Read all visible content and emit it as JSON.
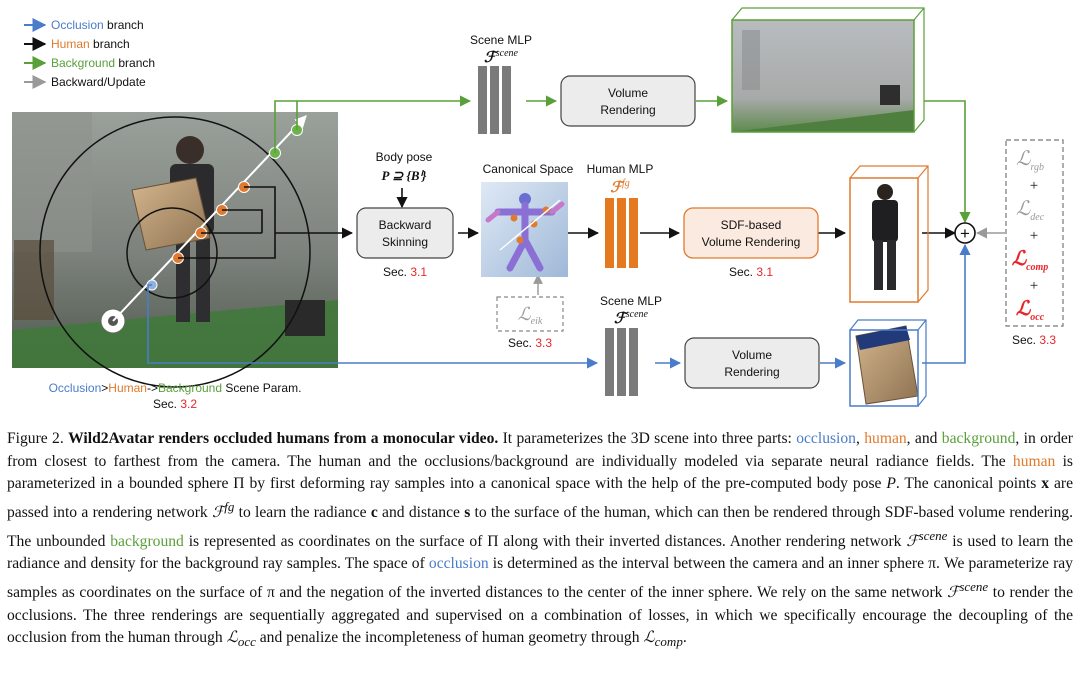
{
  "legend": {
    "items": [
      {
        "prefix": "",
        "colored": "Occlusion",
        "suffix": " branch",
        "color": "#4a7cc9"
      },
      {
        "prefix": "",
        "colored": "Human",
        "suffix": " branch",
        "color": "#e07a2e"
      },
      {
        "prefix": "",
        "colored": "Background",
        "suffix": " branch",
        "color": "#5aa03a"
      },
      {
        "prefix": "",
        "colored": "",
        "suffix": "Backward/Update",
        "color": "#9a9a9a"
      }
    ]
  },
  "input_panel": {
    "param_occlusion": "Occlusion",
    "param_gt1": ">",
    "param_human": "Human",
    "param_arrow": "->",
    "param_background": "Background",
    "param_suffix": " Scene Param.",
    "sec_prefix": "Sec. ",
    "sec_num": "3.2"
  },
  "body_pose": {
    "label": "Body pose",
    "formula": "P ⊇ {Bⁱ}"
  },
  "backward_skinning": {
    "label_line1": "Backward",
    "label_line2": "Skinning",
    "sec_prefix": "Sec. ",
    "sec_num": "3.1"
  },
  "canonical_space": {
    "label": "Canonical Space"
  },
  "eik": {
    "symbol": "ℒ",
    "sub": "eik",
    "sec_prefix": "Sec. ",
    "sec_num": "3.3"
  },
  "human_mlp": {
    "label": "Human MLP",
    "symbol": "ℱ",
    "sup": "fg"
  },
  "scene_mlp_top": {
    "label": "Scene MLP",
    "symbol": "ℱ",
    "sup": "scene"
  },
  "scene_mlp_bottom": {
    "label": "Scene MLP",
    "symbol": "ℱ",
    "sup": "scene"
  },
  "volume_rendering_top": {
    "line1": "Volume",
    "line2": "Rendering"
  },
  "volume_rendering_bottom": {
    "line1": "Volume",
    "line2": "Rendering"
  },
  "sdf_rendering": {
    "line1": "SDF-based",
    "line2": "Volume Rendering",
    "sec_prefix": "Sec. ",
    "sec_num": "3.1"
  },
  "losses": {
    "symbol": "ℒ",
    "rgb": "rgb",
    "dec": "dec",
    "comp": "comp",
    "occ": "occ",
    "plus": "+",
    "sec_prefix": "Sec. ",
    "sec_num": "3.3"
  },
  "aggregate": {
    "symbol": "+"
  },
  "colors": {
    "occlusion": "#4a7cc9",
    "human": "#e07a2e",
    "background": "#5aa03a",
    "backward": "#9a9a9a",
    "red": "#e8262a",
    "mlp_gray": "#7a7a7a",
    "mlp_orange": "#e4791f"
  },
  "caption": {
    "fig_label": "Figure 2. ",
    "bold_title": "Wild2Avatar  renders occluded humans from a monocular video.",
    "t1": " It parameterizes the 3D scene into three parts: ",
    "occlusion": "occlusion",
    "t2": ", ",
    "human": "human",
    "t3": ", and ",
    "background": "background",
    "t4": ", in order from closest to farthest from the camera. The human and the occlusions/background are individually modeled via separate neural radiance fields. The ",
    "human2": "human",
    "t5": " is parameterized in a bounded sphere Π by first deforming ray samples into a canonical space with the help of the pre-computed body pose ",
    "P": "P",
    "t6": ". The canonical points ",
    "x": "x",
    "t7": " are passed into a rendering network ",
    "Ffg": "ℱ",
    "fg": "fg",
    "t8": " to learn the radiance ",
    "c": "c",
    "t9": " and distance ",
    "s": "s",
    "t10": " to the surface of the human, which can then be rendered through SDF-based volume rendering. The unbounded ",
    "background2": "background",
    "t11": " is represented as coordinates on the surface of Π along with their inverted distances. Another rendering network ",
    "Fscene": "ℱ",
    "scene": "scene",
    "t12": " is used to learn the radiance and density for the background ray samples. The space of ",
    "occlusion2": "occlusion",
    "t13": " is determined as the interval between the camera and an inner sphere π. We parameterize ray samples as coordinates on the surface of π and the negation of the inverted distances to the center of the inner sphere. We rely on the same network ",
    "Fscene2": "ℱ",
    "scene2": "scene",
    "t14": " to render the occlusions. The three renderings are sequentially aggregated and supervised on a combination of losses, in which we specifically encourage the decoupling of the occlusion from the human through ",
    "Locc": "ℒ",
    "occ": "occ",
    "t15": " and penalize the incompleteness of human geometry through ",
    "Lcomp": "ℒ",
    "comp": "comp",
    "t16": "."
  }
}
